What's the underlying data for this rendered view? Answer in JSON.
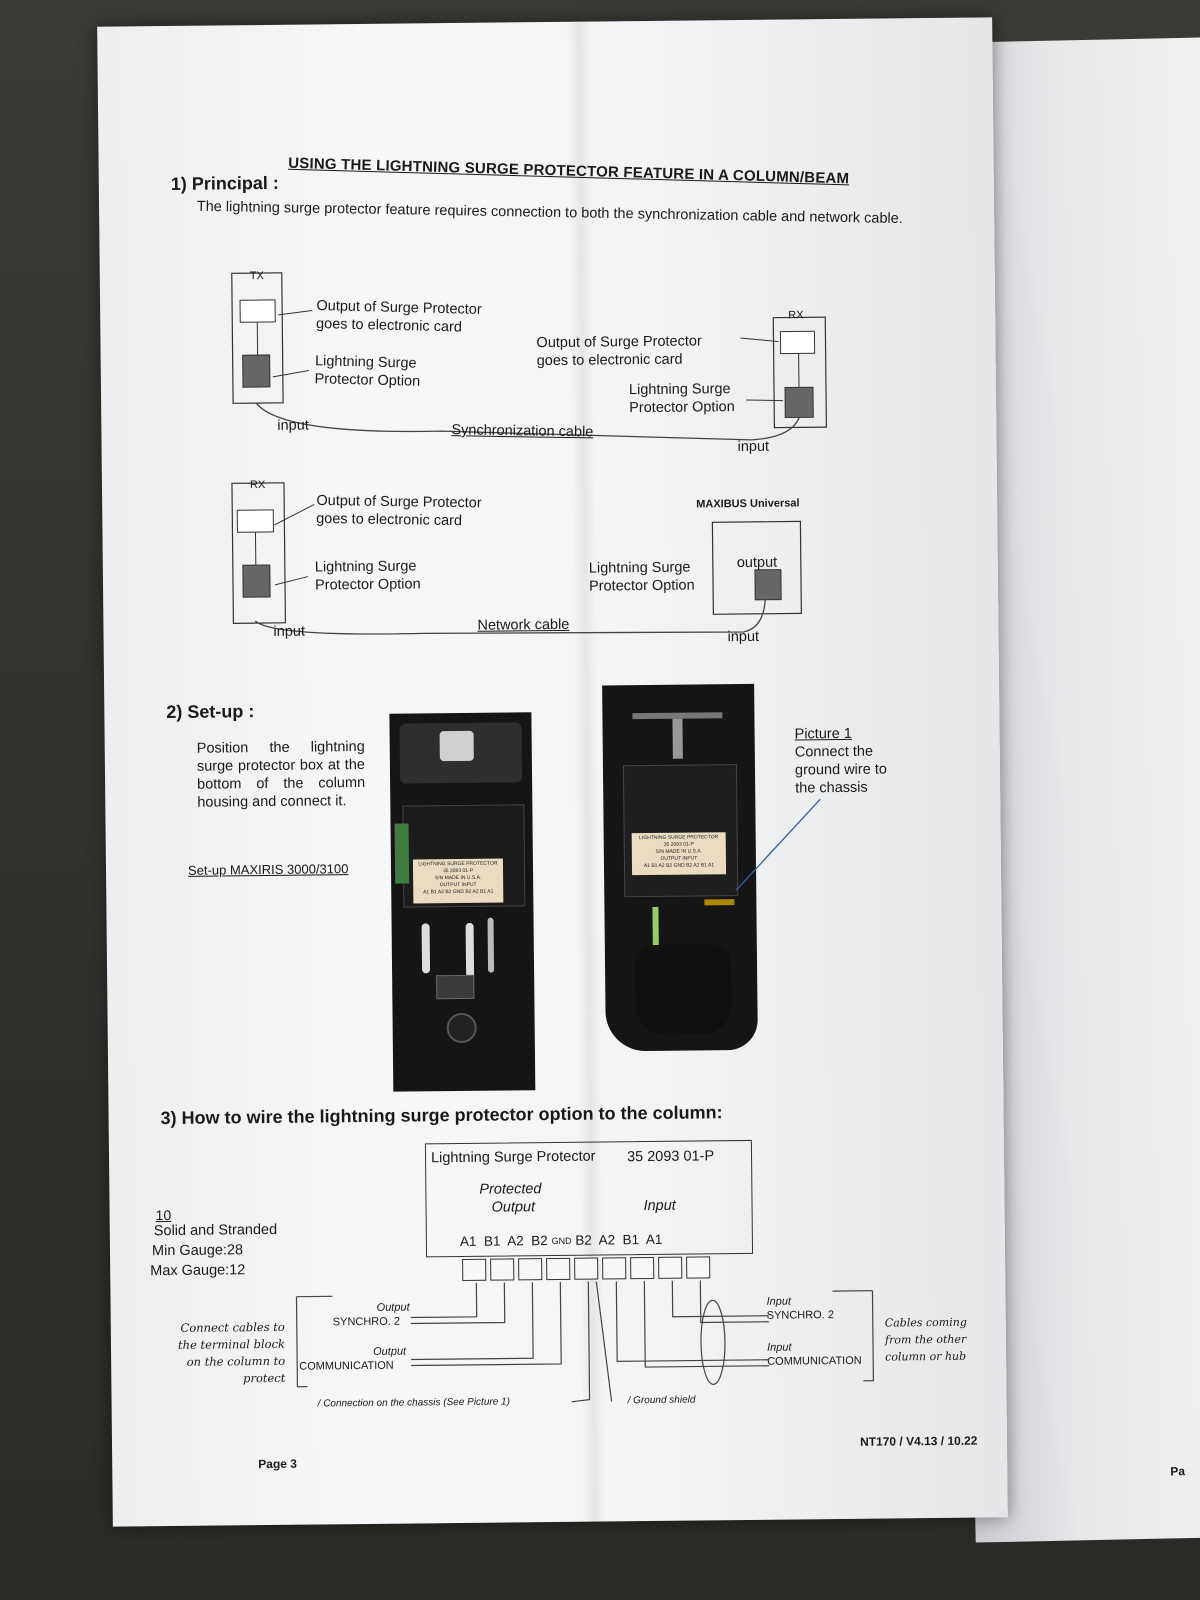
{
  "document": {
    "title": "USING THE LIGHTNING SURGE PROTECTOR FEATURE IN A COLUMN/BEAM",
    "section1": {
      "heading": "1) Principal :",
      "text": "The lightning surge protector feature requires connection to both the synchronization cable and network cable."
    },
    "diagram1": {
      "tx_label": "TX",
      "rx_label": "RX",
      "left_output": "Output of Surge Protector goes to electronic card",
      "left_option": "Lightning Surge Protector Option",
      "right_output": "Output of Surge Protector goes to electronic card",
      "right_option": "Lightning Surge Protector Option",
      "left_input": "input",
      "right_input": "input",
      "cable": "Synchronization cable"
    },
    "diagram2": {
      "rx_label": "RX",
      "left_output": "Output of Surge Protector goes to electronic card",
      "left_option": "Lightning Surge Protector Option",
      "hub_label": "MAXIBUS Universal",
      "right_option": "Lightning Surge Protector Option",
      "right_output": "output",
      "left_input": "input",
      "right_input": "input",
      "cable": "Network cable"
    },
    "section2": {
      "heading": "2) Set-up :",
      "text": "Position the lightning surge protector box at the bottom of the column housing and connect it.",
      "link": "Set-up MAXIRIS 3000/3100",
      "picture_title": "Picture 1",
      "picture_caption": "Connect the ground wire to the chassis",
      "sticker_lines": [
        "LIGHTNING SURGE PROTECTOR",
        "35 2093 01-P",
        "S/N  MADE IN U.S.A.",
        "OUTPUT  INPUT",
        "A1 B1 A2 B2  GND  B2 A2 B1 A1"
      ]
    },
    "section3": {
      "heading": "3) How to wire the lightning surge protector option to the column:",
      "protector_label": "Lightning Surge Protector",
      "part_number": "35 2093 01-P",
      "protected": "Protected",
      "output": "Output",
      "input": "Input",
      "terminals": [
        "A1",
        "B1",
        "A2",
        "B2",
        "GND",
        "B2",
        "A2",
        "B1",
        "A1"
      ],
      "spec_id": "10",
      "spec_type": "Solid and Stranded",
      "min_gauge": "Min Gauge:28",
      "max_gauge": "Max Gauge:12",
      "left_note": "Connect cables to the terminal block on the column to protect",
      "out_synchro_a": "Output",
      "out_synchro_b": "SYNCHRO. 2",
      "out_comm_a": "Output",
      "out_comm_b": "COMMUNICATION",
      "in_synchro_a": "Input",
      "in_synchro_b": "SYNCHRO. 2",
      "in_comm_a": "Input",
      "in_comm_b": "COMMUNICATION",
      "right_note": "Cables coming from the other column or hub",
      "chassis_note": "/ Connection on the chassis (See Picture 1)",
      "shield_note": "/ Ground shield"
    },
    "footer": {
      "page": "Page 3",
      "version": "NT170 / V4.13 / 10.22"
    }
  },
  "right_page": {
    "edge_text": "Pa"
  }
}
